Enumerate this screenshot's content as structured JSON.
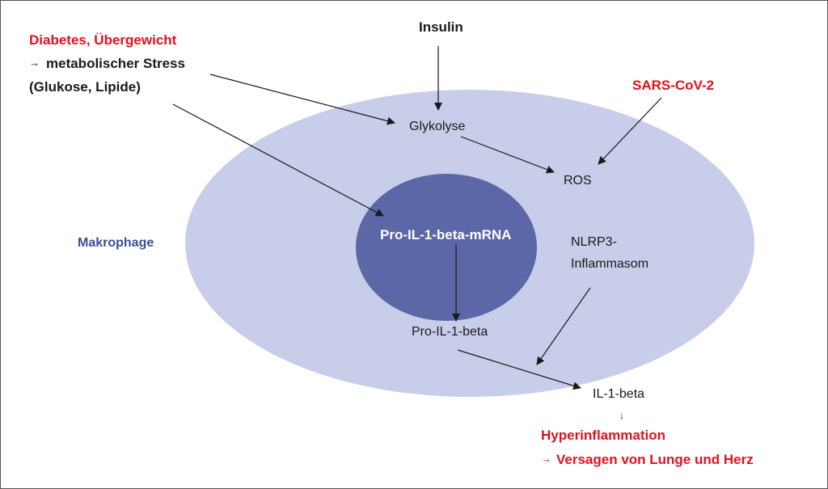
{
  "labels": {
    "insulin": "Insulin",
    "trigger_line1": "Diabetes, Übergewicht",
    "trigger_line2": "metabolischer Stress",
    "trigger_line3": "(Glukose, Lipide)",
    "sars": "SARS-CoV-2",
    "glykolyse": "Glykolyse",
    "ros": "ROS",
    "makrophage": "Makrophage",
    "mrna": "Pro-IL-1-beta-mRNA",
    "nlrp3_line1": "NLRP3-",
    "nlrp3_line2": "Inflammasom",
    "pro_il1b": "Pro-IL-1-beta",
    "il1b": "IL-1-beta",
    "outcome_line1": "Hyperinflammation",
    "outcome_line2": "Versagen von Lunge und Herz"
  },
  "colors": {
    "cell": "#c8cde9",
    "nucleus": "#5b67a6",
    "highlight_red": "#e3101c",
    "label_blue": "#3b4f9b"
  },
  "icons": {
    "arrow_right": "→",
    "arrow_down": "↓"
  }
}
